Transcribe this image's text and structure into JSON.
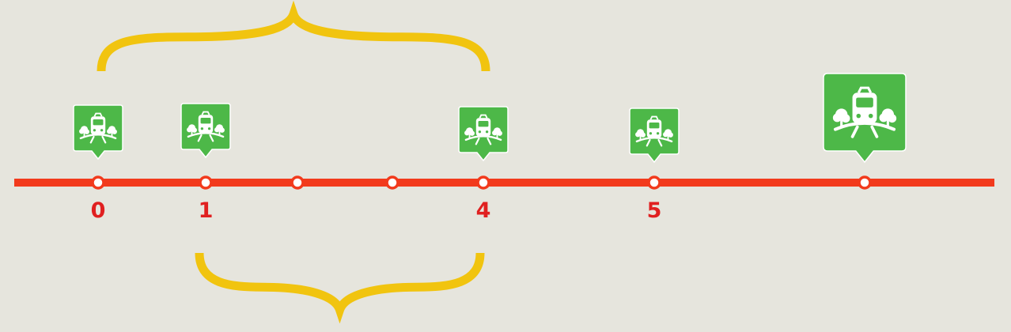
{
  "colors": {
    "background": "#e6e5dd",
    "line": "#f23a1c",
    "station_fill": "#ffffff",
    "pin": "#4db848",
    "brace": "#f1c40f",
    "label": "#e02020"
  },
  "stations": [
    {
      "id": "s0",
      "label": "0",
      "has_pin": true,
      "pin_large": false
    },
    {
      "id": "s1",
      "label": "1",
      "has_pin": true,
      "pin_large": false
    },
    {
      "id": "s2",
      "label": "",
      "has_pin": false,
      "pin_large": false
    },
    {
      "id": "s3",
      "label": "",
      "has_pin": false,
      "pin_large": false
    },
    {
      "id": "s4",
      "label": "4",
      "has_pin": true,
      "pin_large": false
    },
    {
      "id": "s5",
      "label": "5",
      "has_pin": true,
      "pin_large": false
    },
    {
      "id": "s6",
      "label": "",
      "has_pin": true,
      "pin_large": true
    }
  ],
  "pin_icon": "train-with-trees-icon",
  "braces": [
    {
      "id": "top-brace",
      "from_station": "s0",
      "to_station": "s4",
      "direction": "up"
    },
    {
      "id": "bottom-brace",
      "from_station": "s1",
      "to_station": "s4",
      "direction": "down"
    }
  ]
}
